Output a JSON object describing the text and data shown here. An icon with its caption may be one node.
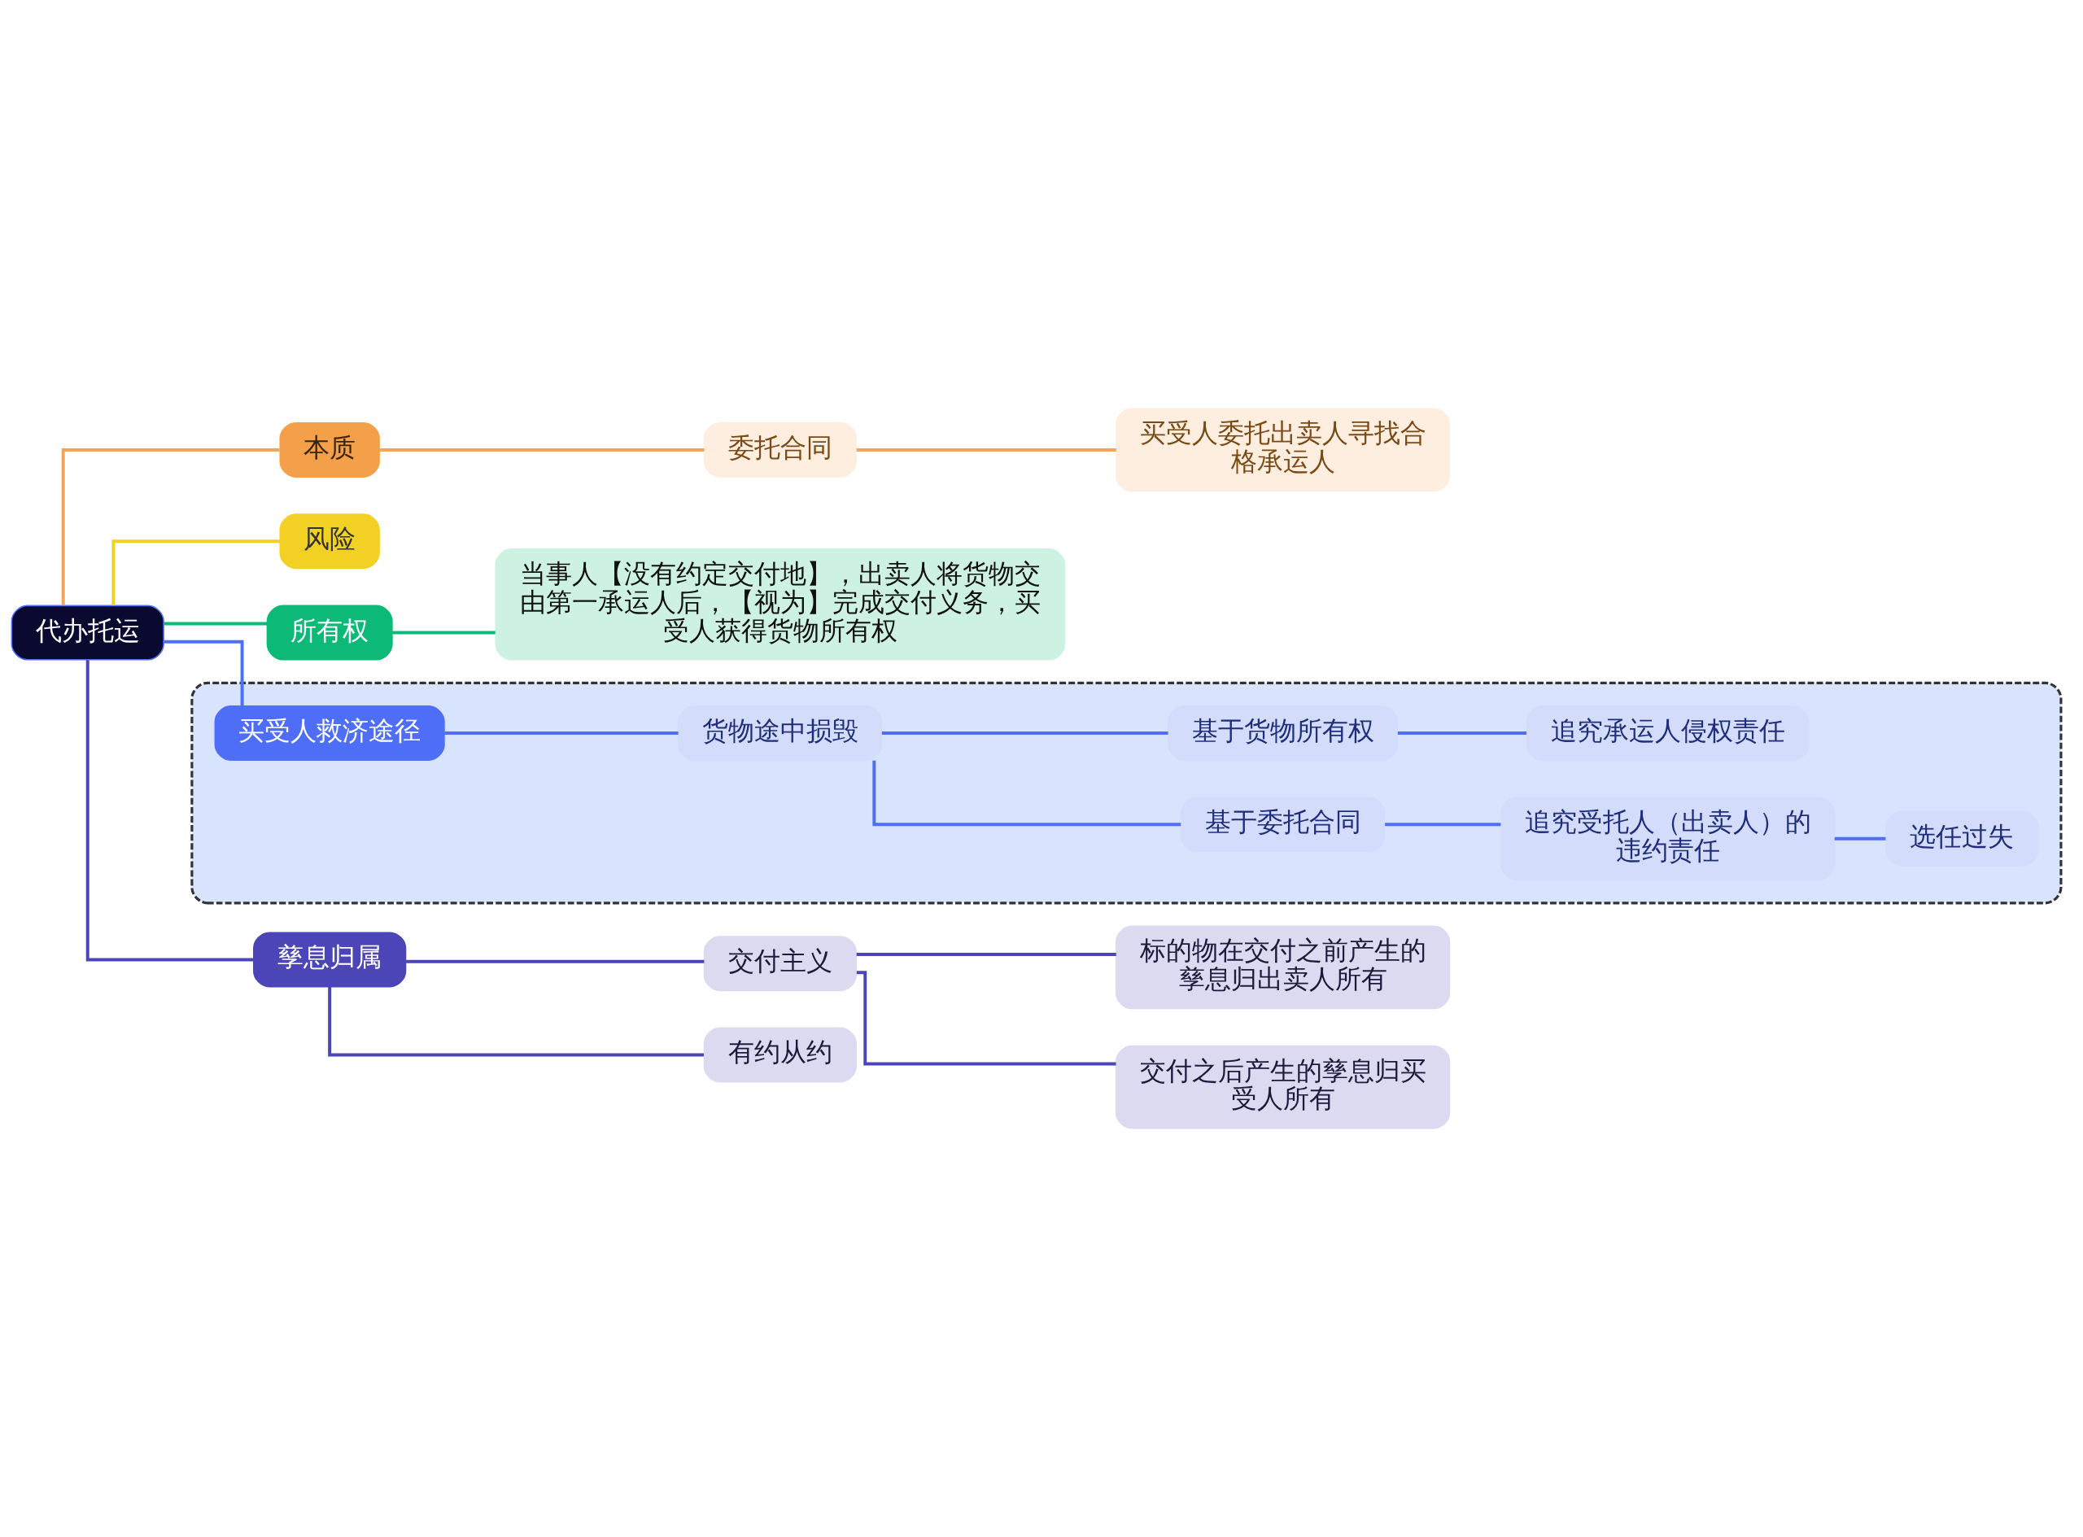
{
  "diagram": {
    "nodes": [
      {
        "text": [
          "代办托运"
        ]
      },
      {
        "text": [
          "本质"
        ]
      },
      {
        "text": [
          "委托合同"
        ]
      },
      {
        "text": [
          "买受人委托出卖人寻找合格承运人"
        ]
      },
      {
        "text": [
          "风险"
        ]
      },
      {
        "text": [
          "所有权"
        ]
      },
      {
        "text": [
          "当事人【没有约定交付地】，出卖人将货物交由第一承运人后，【视为】完成交付义务，买受人获得货物所有权"
        ]
      },
      {
        "text": [],
        "shape": "box"
      },
      {
        "text": [
          "买受人救济途径"
        ],
        "in": 7
      },
      {
        "text": [
          "货物途中损毁"
        ],
        "in": 7
      },
      {
        "text": [
          "基于货物所有权"
        ],
        "in": 7
      },
      {
        "text": [
          "追究承运人侵权责任"
        ],
        "in": 7
      },
      {
        "text": [
          "基于委托合同"
        ],
        "in": 7
      },
      {
        "text": [
          "追究受托人（出卖人）的违约责任"
        ],
        "in": 7
      },
      {
        "text": [
          "选任过失"
        ],
        "in": 7
      },
      {
        "text": [
          "孳息归属"
        ]
      },
      {
        "text": [
          "交付主义"
        ]
      },
      {
        "text": [
          "标的物在交付之前产生的孳息归出卖人所有"
        ]
      },
      {
        "text": [
          "交付之后产生的孳息归买受人所有"
        ]
      },
      {
        "text": [
          "有约从约"
        ]
      }
    ],
    "edges": [
      {
        "from": 0,
        "to": 1,
        "arrow": "none",
        "color": "#f0a55a"
      },
      {
        "from": 1,
        "to": 2,
        "arrow": "none",
        "color": "#f0a55a"
      },
      {
        "from": 2,
        "to": 3,
        "arrow": "none",
        "color": "#f0a55a"
      },
      {
        "from": 0,
        "to": 4,
        "arrow": "none",
        "color": "#f2d024"
      },
      {
        "from": 0,
        "to": 5,
        "arrow": "none",
        "color": "#0db977"
      },
      {
        "from": 5,
        "to": 6,
        "arrow": "none",
        "color": "#0db977"
      },
      {
        "from": 0,
        "to": 8,
        "arrow": "none"
      },
      {
        "from": 8,
        "to": 9,
        "arrow": "none"
      },
      {
        "from": 9,
        "to": 10,
        "arrow": "none"
      },
      {
        "from": 10,
        "to": 11,
        "arrow": "none"
      },
      {
        "from": 9,
        "to": 12,
        "arrow": "none"
      },
      {
        "from": 12,
        "to": 13,
        "arrow": "none"
      },
      {
        "from": 13,
        "to": 14,
        "arrow": "none"
      },
      {
        "from": 0,
        "to": 15,
        "arrow": "none",
        "color": "#4b45b8"
      },
      {
        "from": 15,
        "to": 16,
        "arrow": "none",
        "color": "#4b45b8"
      },
      {
        "from": 16,
        "to": 17,
        "arrow": "none",
        "color": "#4b45b8"
      },
      {
        "from": 16,
        "to": 18,
        "arrow": "none",
        "color": "#4b45b8"
      },
      {
        "from": 15,
        "to": 19,
        "arrow": "none",
        "color": "#4b45b8"
      }
    ]
  }
}
